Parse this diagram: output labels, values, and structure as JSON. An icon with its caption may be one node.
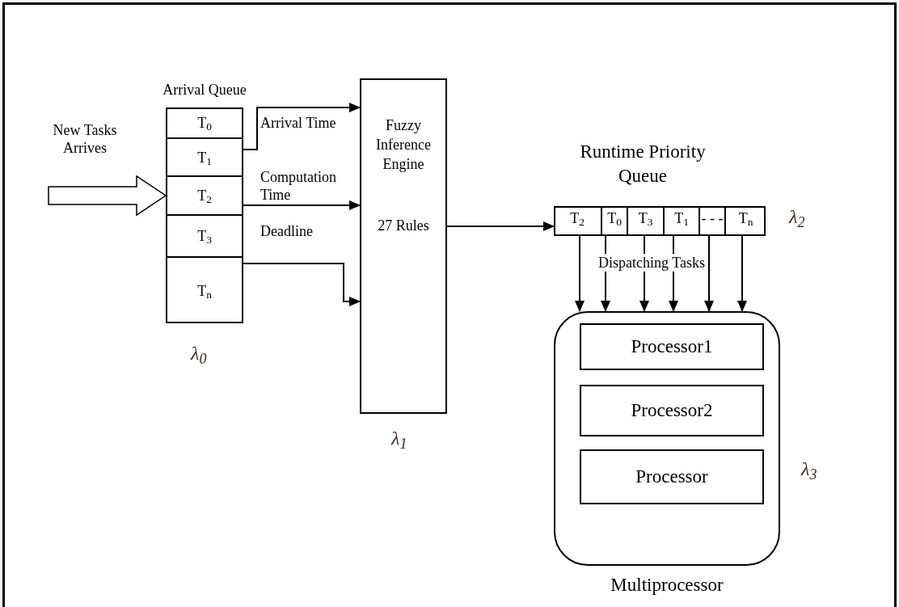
{
  "diagram": {
    "nodes": [
      {
        "text": [
          "Arrival Queue"
        ],
        "beside": [
          "λ$_{0}$"
        ]
      },
      {
        "text": [
          "T$_{0}$"
        ],
        "in": 0
      },
      {
        "text": [
          "T$_{1}$"
        ],
        "in": 0
      },
      {
        "text": [
          "T$_{2}$"
        ],
        "in": 0
      },
      {
        "text": [
          "T$_{3}$"
        ],
        "in": 0
      },
      {
        "text": [
          "T$_{n}$"
        ],
        "in": 0
      },
      {
        "text": [
          "Fuzzy Inference Engine",
          "27 Rules"
        ],
        "beside": [
          "λ$_{1}$"
        ]
      },
      {
        "text": [
          "Runtime Priority Queue"
        ],
        "beside": [
          "λ$_{2}$"
        ]
      },
      {
        "text": [
          "T$_{2}$"
        ],
        "in": 7
      },
      {
        "text": [
          "T$_{0}$"
        ],
        "in": 7
      },
      {
        "text": [
          "T$_{3}$"
        ],
        "in": 7
      },
      {
        "text": [
          "T$_{1}$"
        ],
        "in": 7
      },
      {
        "text": [
          "- - -"
        ],
        "in": 7
      },
      {
        "text": [
          "T$_{n}$"
        ],
        "in": 7
      },
      {
        "text": [
          "Multiprocessor"
        ],
        "beside": [
          "λ$_{3}$"
        ]
      },
      {
        "text": [
          "Processor1"
        ],
        "in": 14
      },
      {
        "text": [
          "Processor2"
        ],
        "in": 14
      },
      {
        "text": [
          "Processor"
        ],
        "in": 14
      }
    ],
    "edges": [
      {
        "from": null,
        "to": 0,
        "arrow": "to",
        "label": "New Tasks Arrives",
        "style": "thick"
      },
      {
        "from": 2,
        "to": 6,
        "arrow": "to",
        "label": "Arrival Time"
      },
      {
        "from": 3,
        "to": 6,
        "arrow": "to",
        "label": "Computation Time"
      },
      {
        "from": 5,
        "to": 6,
        "arrow": "to",
        "label": "Deadline"
      },
      {
        "from": 6,
        "to": 7,
        "arrow": "to"
      },
      {
        "from": 8,
        "to": 14,
        "arrow": "to"
      },
      {
        "from": 9,
        "to": 14,
        "arrow": "to"
      },
      {
        "from": 10,
        "to": 14,
        "arrow": "to"
      },
      {
        "from": 11,
        "to": 14,
        "arrow": "to"
      },
      {
        "from": 12,
        "to": 14,
        "arrow": "to"
      },
      {
        "from": 13,
        "to": 14,
        "arrow": "to"
      }
    ],
    "labels": [
      "Dispatching Tasks"
    ]
  }
}
